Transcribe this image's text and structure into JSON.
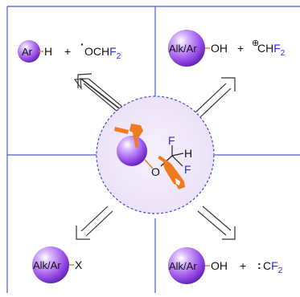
{
  "quadrants": {
    "top_left": {
      "sphere_label": "Ar",
      "bond_h": "H",
      "plus": "+",
      "radical_dot": "·",
      "fragment_prefix": "OCH",
      "fragment_blue": "F",
      "fragment_sub": "2"
    },
    "top_right": {
      "sphere_label": "Alk/Ar",
      "oh": "OH",
      "plus": "+",
      "cation_symbol": "⊕",
      "fragment_prefix": "CH",
      "fragment_blue": "F",
      "fragment_sub": "2"
    },
    "bottom_left": {
      "sphere_label": "Alk/Ar",
      "group": "X"
    },
    "bottom_right": {
      "sphere_label": "Alk/Ar",
      "oh": "OH",
      "plus": "+",
      "carbene_dots": ":",
      "fragment_prefix": "C",
      "fragment_blue": "F",
      "fragment_sub": "2"
    }
  },
  "center": {
    "oxygen": "O",
    "fluorine_top": "F",
    "hydrogen": "H",
    "fluorine_bottom": "F"
  },
  "colors": {
    "grid_line": "#4a5bd6",
    "sphere_purple": "#9a4ee8",
    "center_fill": "#f3ecfb",
    "center_border": "#3b46d6",
    "tool_orange": "#f07a1e",
    "fluorine_blue": "#2a2adf"
  },
  "icons": [
    "hammer-icon",
    "wrench-icon",
    "open-arrow-icon"
  ]
}
